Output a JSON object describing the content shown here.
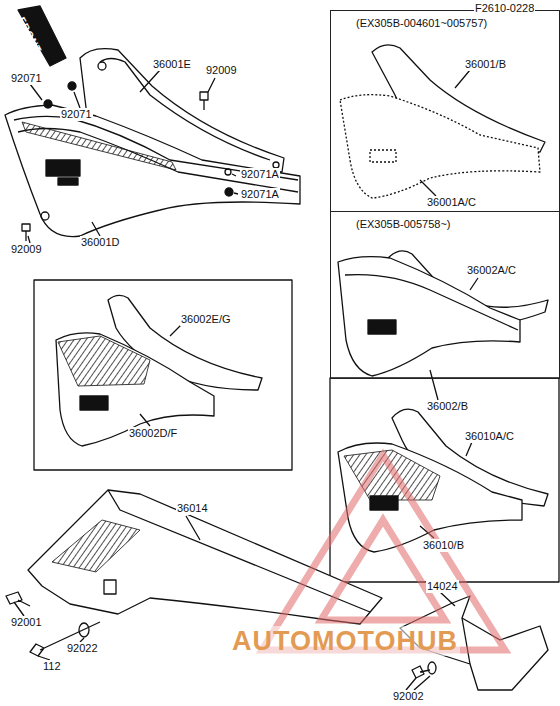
{
  "diagram": {
    "nodes": [
      {
        "text": [
          "(EX305B-004601~005757)"
        ]
      },
      {
        "text": [
          "(EX305B-005758~)"
        ]
      }
    ],
    "labels": [
      "F2610-0228",
      "FRONT",
      "36001E",
      "92009",
      "92071",
      "92071",
      "92071A",
      "92071A",
      "92009",
      "36001D",
      "36001/B",
      "36001A/C",
      "36002A/C",
      "36002/B",
      "36002E/G",
      "36002D/F",
      "36010A/C",
      "36010/B",
      "36014",
      "14024",
      "92001",
      "92022",
      "112",
      "92002",
      "AUTOMOTOHUB"
    ]
  }
}
